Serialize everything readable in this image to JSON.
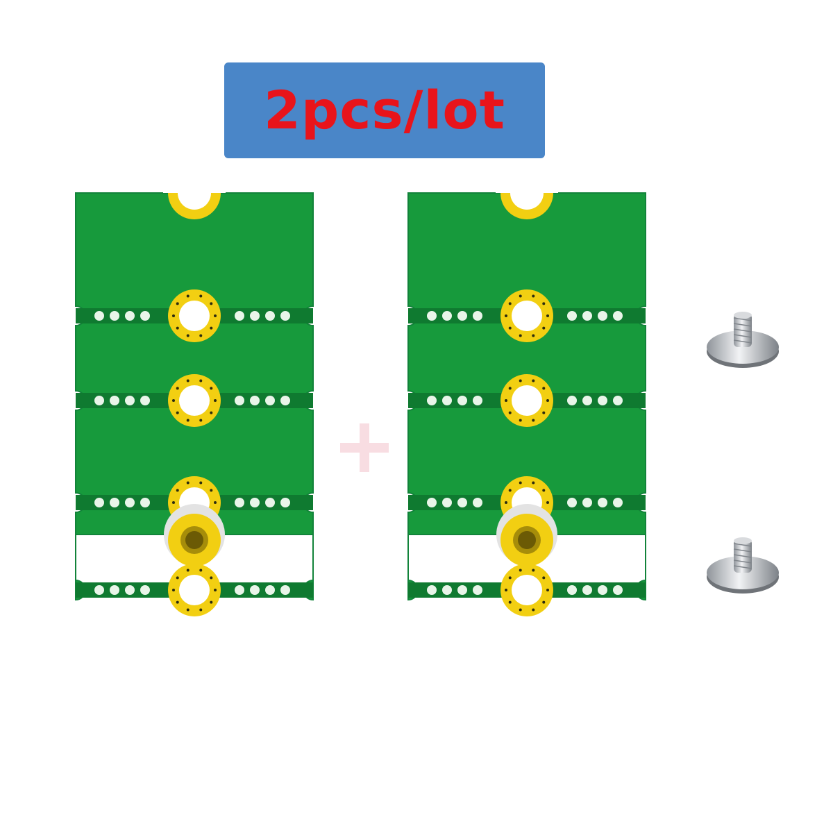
{
  "banner": {
    "text": "2pcs/lot",
    "background_color": "#4a86c8",
    "text_color": "#e8141b"
  },
  "board": {
    "pcb_color": "#179a3c",
    "pad_color": "#f2cf12",
    "via_color": "#e9f5e9"
  },
  "product": {
    "board_count": 2,
    "screw_count": 2
  },
  "icons": {
    "separator": "plus-icon"
  }
}
